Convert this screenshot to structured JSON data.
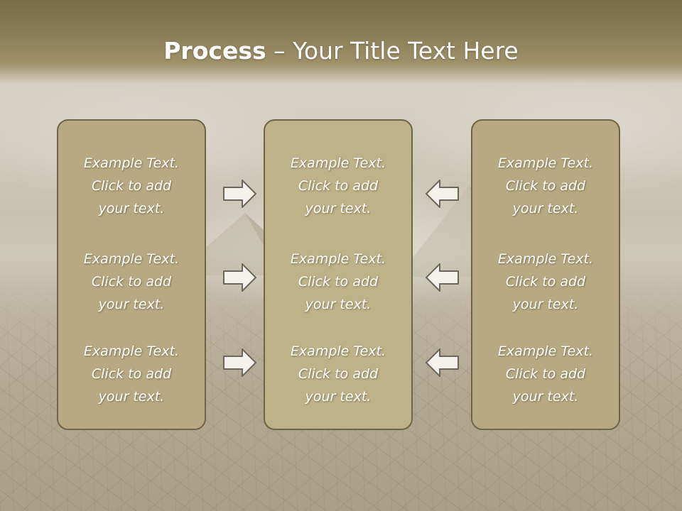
{
  "slide": {
    "title_bold": "Process",
    "title_rest": " – Your Title Text Here"
  },
  "columns": [
    {
      "items": [
        {
          "line1": "Example Text.",
          "line2": "Click  to add",
          "line3": "your text."
        },
        {
          "line1": "Example Text.",
          "line2": "Click  to add",
          "line3": "your text."
        },
        {
          "line1": "Example Text.",
          "line2": "Click  to add",
          "line3": "your text."
        }
      ]
    },
    {
      "items": [
        {
          "line1": "Example Text.",
          "line2": "Click  to add",
          "line3": "your text."
        },
        {
          "line1": "Example Text.",
          "line2": "Click  to add",
          "line3": "your text."
        },
        {
          "line1": "Example Text.",
          "line2": "Click  to add",
          "line3": "your text."
        }
      ]
    },
    {
      "items": [
        {
          "line1": "Example Text.",
          "line2": "Click  to add",
          "line3": "your text."
        },
        {
          "line1": "Example Text.",
          "line2": "Click  to add",
          "line3": "your text."
        },
        {
          "line1": "Example Text.",
          "line2": "Click  to add",
          "line3": "your text."
        }
      ]
    }
  ],
  "arrows": {
    "left_group": "arrow-right-icon",
    "right_group": "arrow-left-icon"
  },
  "colors": {
    "header": "#8d7f58",
    "panel_fill": "#b8a982",
    "panel_border": "#6f6446",
    "text": "#ffffff"
  }
}
